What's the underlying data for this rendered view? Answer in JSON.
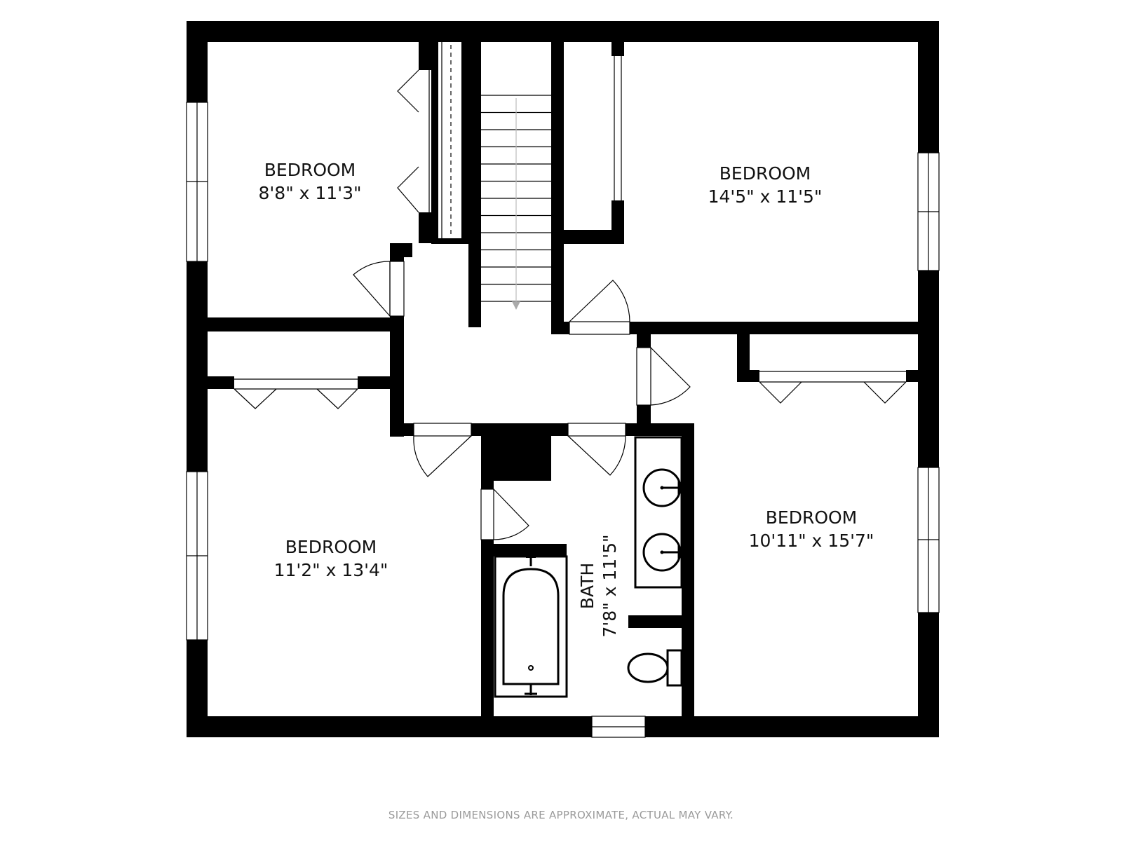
{
  "rooms": [
    {
      "name": "BEDROOM",
      "dims": "8'8\" x 11'3\""
    },
    {
      "name": "BEDROOM",
      "dims": "14'5\" x 11'5\""
    },
    {
      "name": "BEDROOM",
      "dims": "11'2\" x 13'4\""
    },
    {
      "name": "BEDROOM",
      "dims": "10'11\" x 15'7\""
    },
    {
      "name": "BATH",
      "dims": "7'8\" x 11'5\""
    }
  ],
  "footer_note": "SIZES AND DIMENSIONS ARE APPROXIMATE, ACTUAL MAY VARY.",
  "colors": {
    "wall": "#000000",
    "note": "#9a9a9a",
    "background": "#ffffff"
  }
}
